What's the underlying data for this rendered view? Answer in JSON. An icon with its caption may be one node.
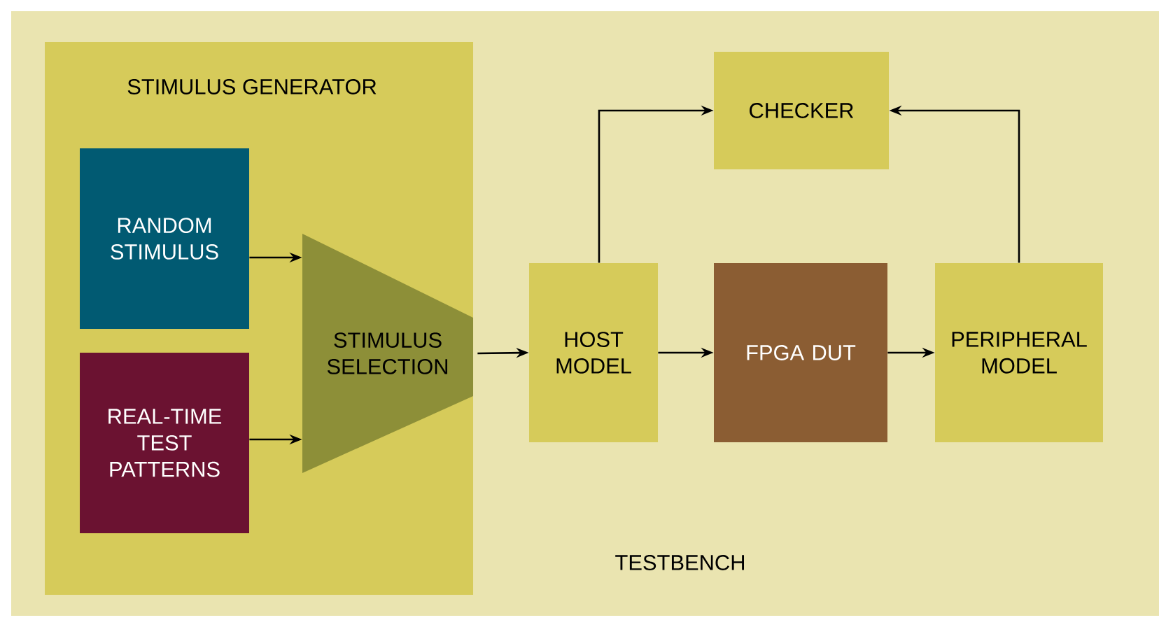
{
  "diagram": {
    "nodes": [
      {
        "text": [
          "TESTBENCH"
        ]
      },
      {
        "text": [
          "STIMULUS GENERATOR"
        ],
        "in": 0
      },
      {
        "text": [
          "RANDOM STIMULUS"
        ],
        "in": 1
      },
      {
        "text": [
          "REAL-TIME TEST PATTERNS"
        ],
        "in": 1
      },
      {
        "text": [
          "STIMULUS SELECTION"
        ],
        "in": 1
      },
      {
        "text": [
          "HOST MODEL"
        ],
        "in": 0
      },
      {
        "text": [
          "FPGA DUT"
        ],
        "in": 0
      },
      {
        "text": [
          "PERIPHERAL MODEL"
        ],
        "in": 0
      },
      {
        "text": [
          "CHECKER"
        ],
        "in": 0
      }
    ],
    "edges": [
      {
        "from": 2,
        "to": 4,
        "arrow": "to"
      },
      {
        "from": 3,
        "to": 4,
        "arrow": "to"
      },
      {
        "from": 4,
        "to": 5,
        "arrow": "to"
      },
      {
        "from": 5,
        "to": 6,
        "arrow": "to"
      },
      {
        "from": 6,
        "to": 7,
        "arrow": "to"
      },
      {
        "from": 5,
        "to": 8,
        "arrow": "to"
      },
      {
        "from": 7,
        "to": 8,
        "arrow": "to"
      }
    ]
  }
}
